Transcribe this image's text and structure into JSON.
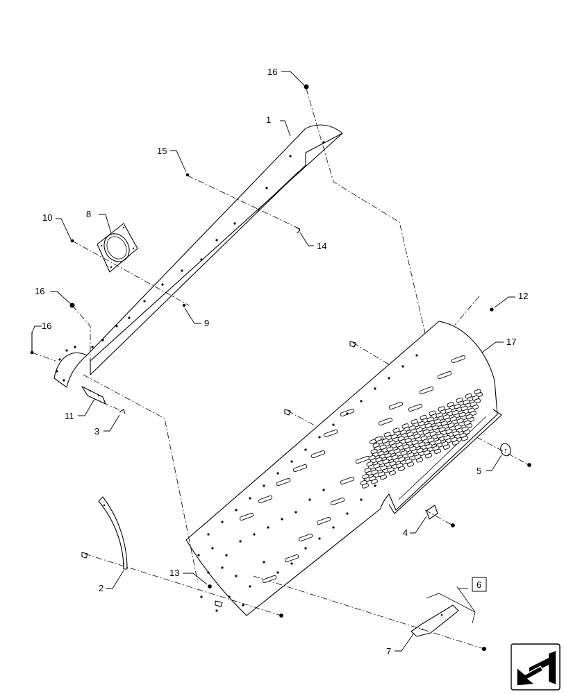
{
  "callouts": {
    "c1": "1",
    "c2": "2",
    "c3": "3",
    "c4": "4",
    "c5": "5",
    "c6": "6",
    "c7": "7",
    "c8": "8",
    "c9": "9",
    "c10": "10",
    "c11": "11",
    "c12": "12",
    "c13": "13",
    "c14": "14",
    "c15": "15",
    "c16a": "16",
    "c16b": "16",
    "c16c": "16",
    "c17": "17"
  },
  "nav_icon": "arrow-navigation-icon"
}
